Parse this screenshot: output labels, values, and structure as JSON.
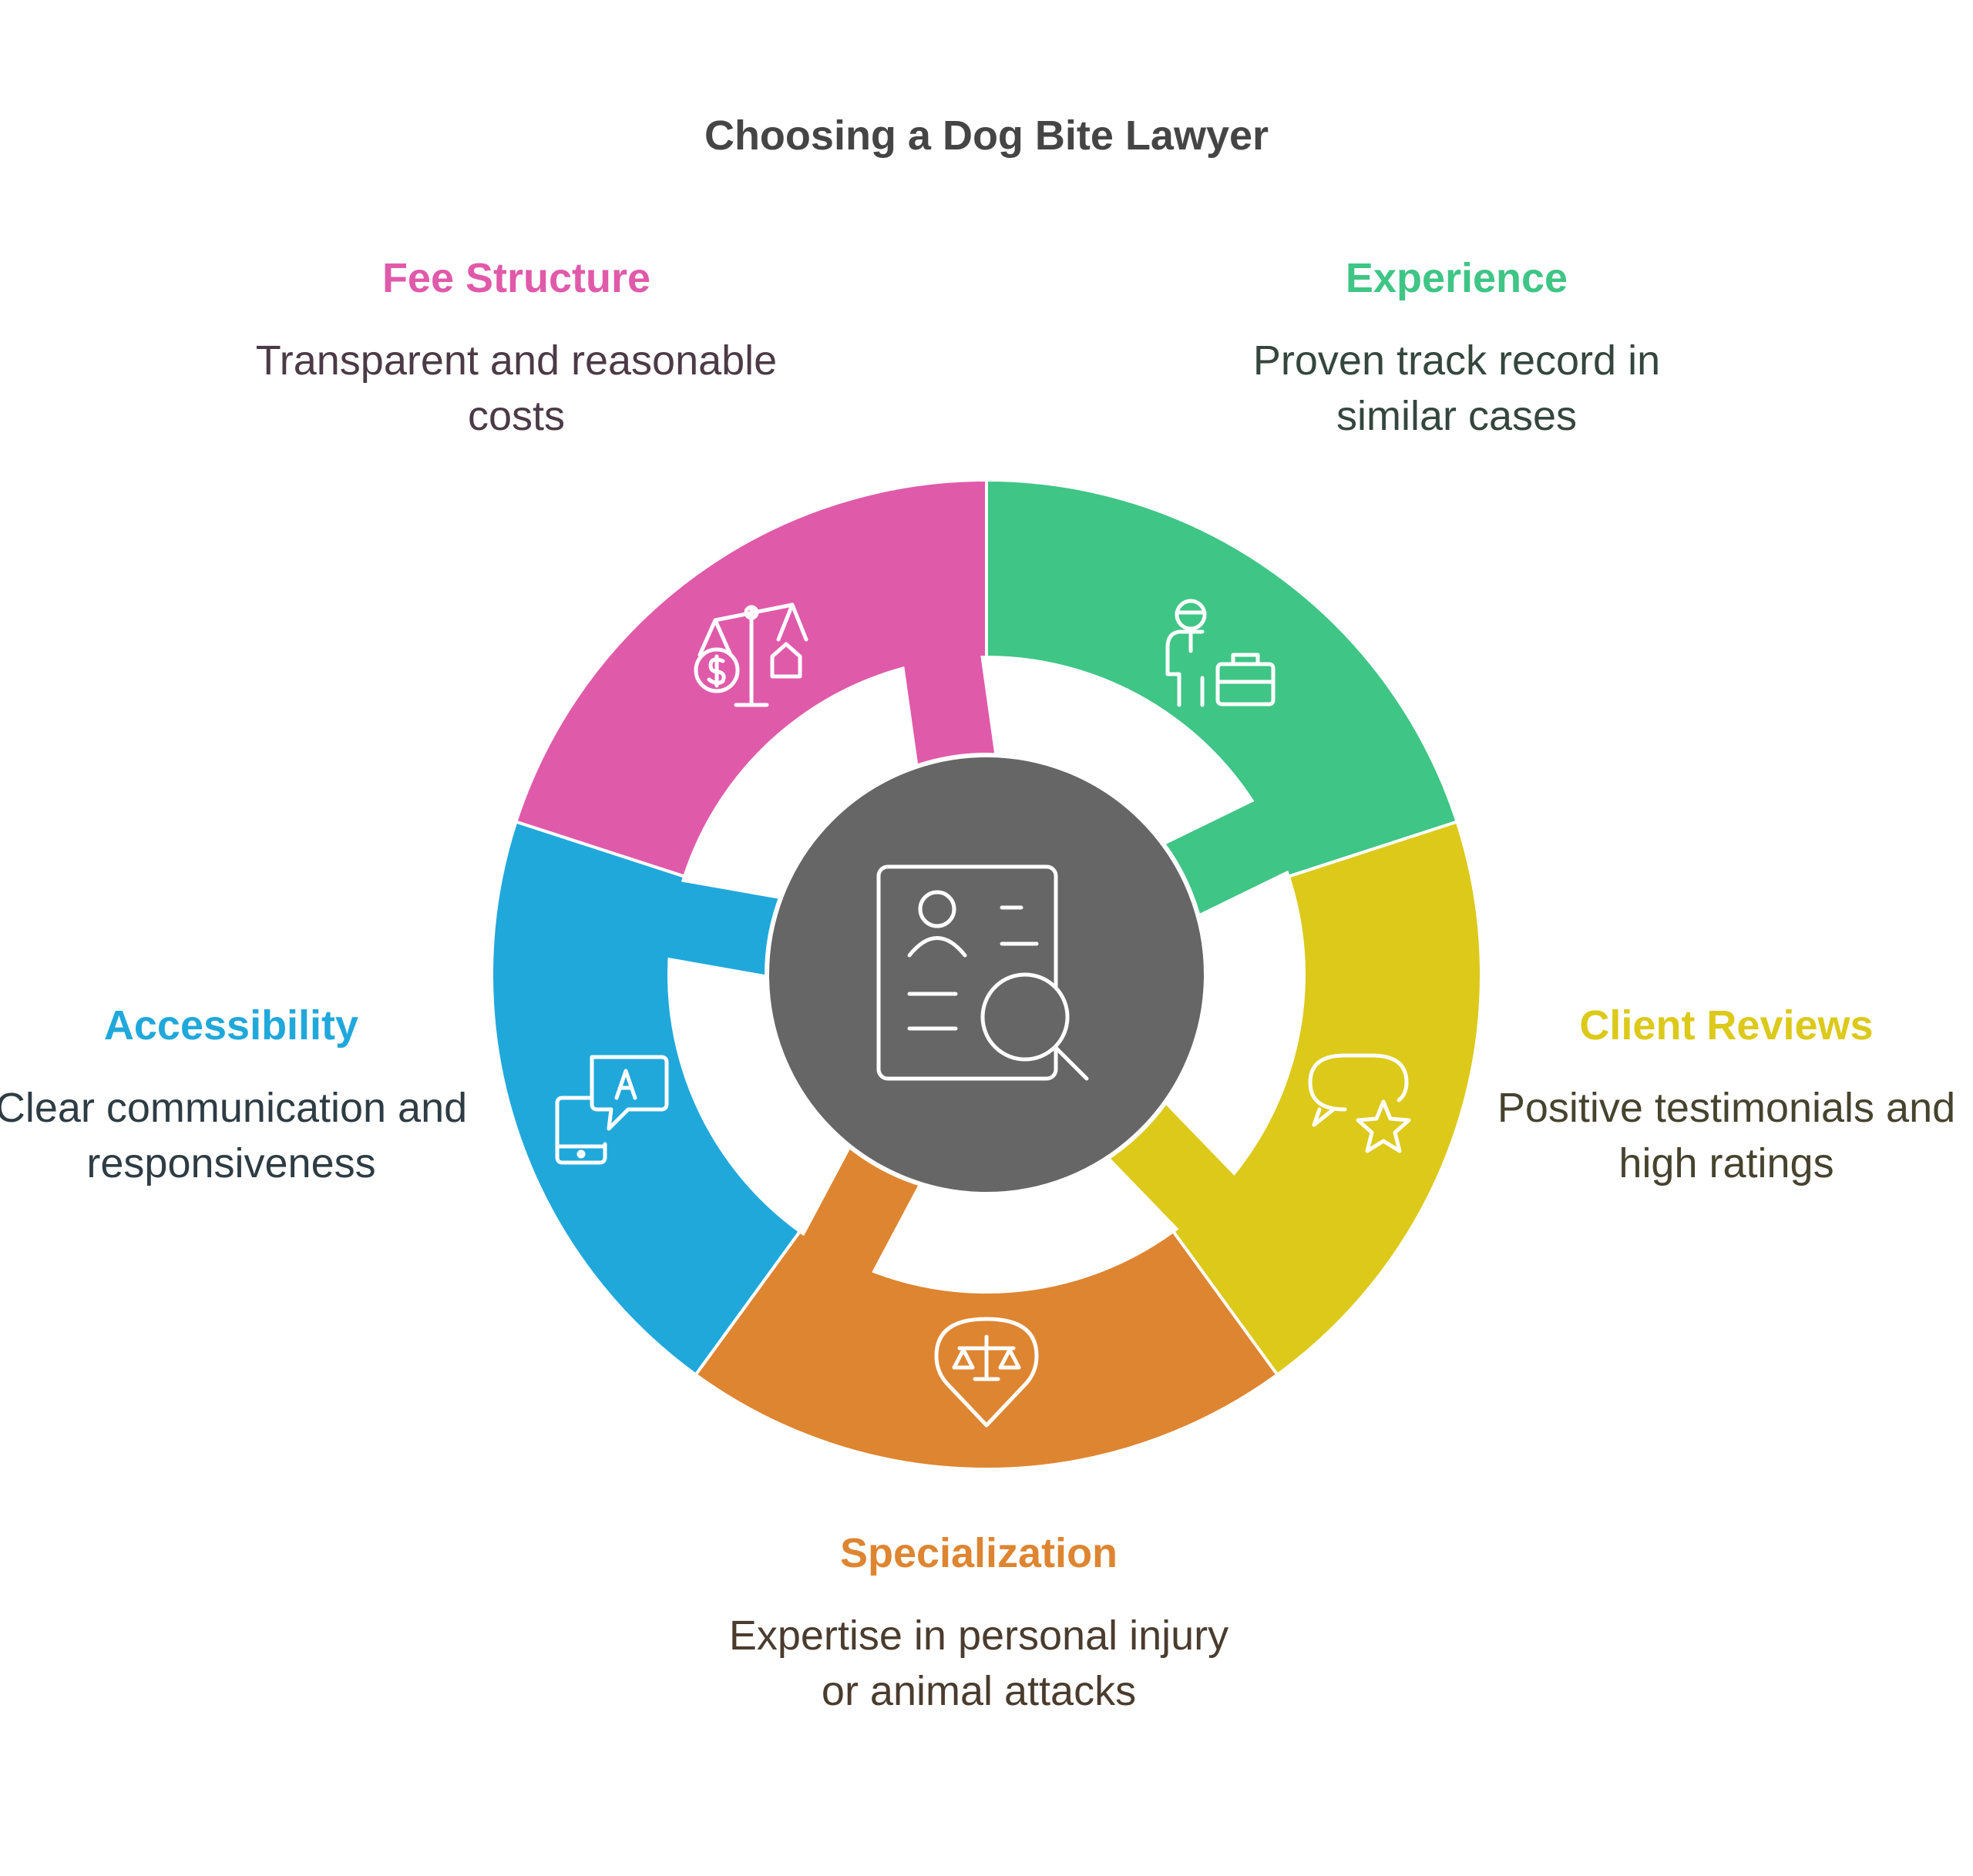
{
  "title": "Choosing a Dog Bite Lawyer",
  "center_icon": "profile-search-icon",
  "colors": {
    "center": "#666666",
    "fee_structure": "#e05aaa",
    "experience": "#3fc585",
    "client_reviews": "#dcc91a",
    "specialization": "#de8531",
    "accessibility": "#21a8db"
  },
  "segments": [
    {
      "key": "fee_structure",
      "title": "Fee Structure",
      "description": "Transparent and reasonable costs",
      "icon": "scales-money-house-icon"
    },
    {
      "key": "experience",
      "title": "Experience",
      "description": "Proven track record in similar cases",
      "icon": "professional-briefcase-icon"
    },
    {
      "key": "client_reviews",
      "title": "Client Reviews",
      "description": "Positive testimonials and high ratings",
      "icon": "chat-star-icon"
    },
    {
      "key": "specialization",
      "title": "Specialization",
      "description": "Expertise in personal injury or animal attacks",
      "icon": "scales-location-pin-icon"
    },
    {
      "key": "accessibility",
      "title": "Accessibility",
      "description": "Clear communication and responsiveness",
      "icon": "phone-chat-icon"
    }
  ]
}
